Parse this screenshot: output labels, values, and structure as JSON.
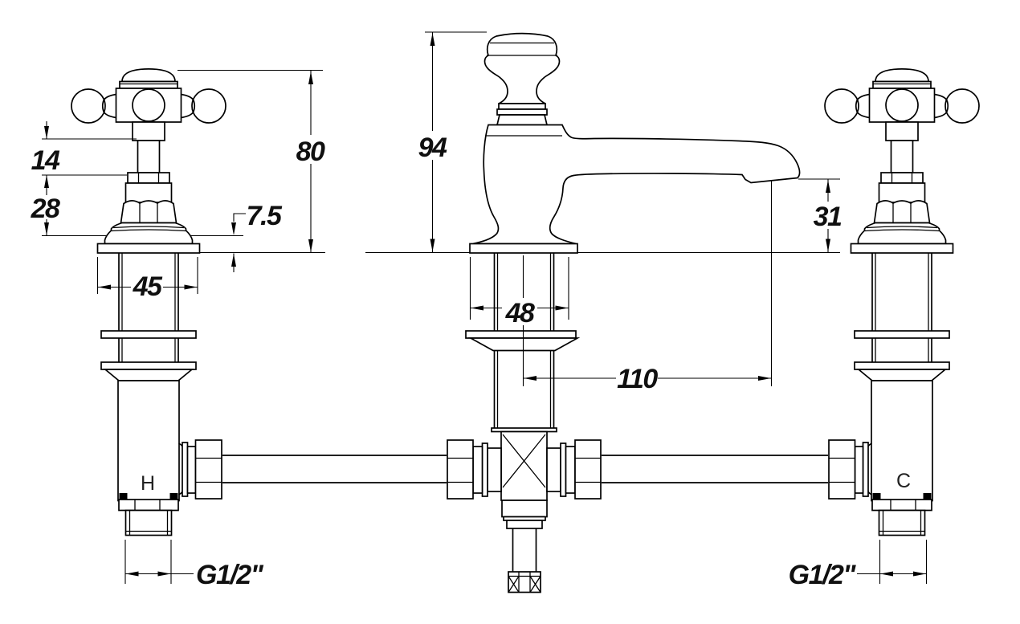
{
  "drawing": {
    "dimensions": {
      "handle_clearance": "14",
      "headwork_height": "28",
      "valve_total_height": "80",
      "base_flange_height": "7.5",
      "valve_base_width": "45",
      "spout_total_height": "94",
      "spout_outlet_height": "31",
      "spout_base_width": "48",
      "spout_reach": "110"
    },
    "connections": {
      "left_thread": "G1/2\"",
      "right_thread": "G1/2\""
    },
    "ports": {
      "hot": "H",
      "cold": "C"
    },
    "colors": {
      "line": "#000000",
      "background": "#ffffff"
    }
  }
}
